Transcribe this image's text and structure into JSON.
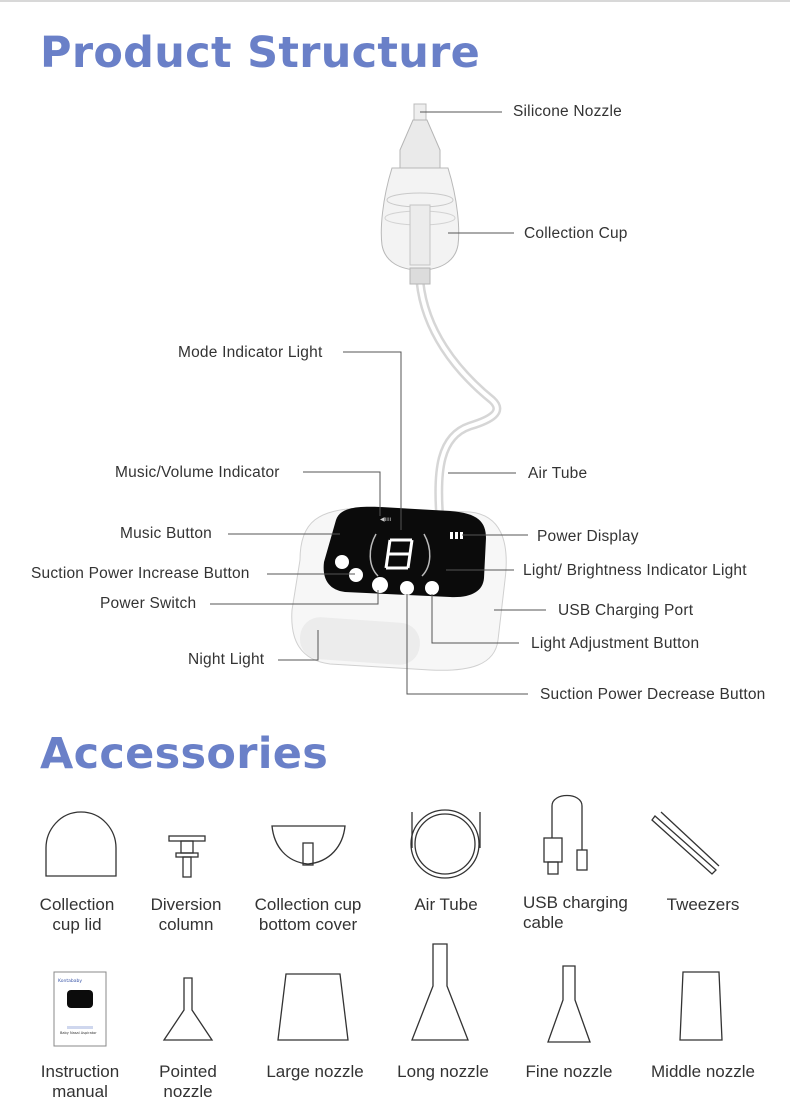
{
  "structure": {
    "title": "Product Structure",
    "labels": {
      "silicone_nozzle": "Silicone Nozzle",
      "collection_cup": "Collection Cup",
      "mode_indicator": "Mode Indicator Light",
      "music_volume": "Music/Volume Indicator",
      "air_tube": "Air Tube",
      "music_button": "Music Button",
      "power_display": "Power Display",
      "suction_increase": "Suction Power Increase Button",
      "light_indicator": "Light/ Brightness Indicator Light",
      "power_switch": "Power Switch",
      "usb_port": "USB Charging Port",
      "light_adjust": "Light Adjustment Button",
      "night_light": "Night Light",
      "suction_decrease": "Suction Power Decrease Button"
    }
  },
  "accessories": {
    "title": "Accessories",
    "row1": [
      {
        "line1": "Collection",
        "line2": "cup lid",
        "icon": "cup-lid-icon"
      },
      {
        "line1": "Diversion",
        "line2": "column",
        "icon": "diversion-column-icon"
      },
      {
        "line1": "Collection cup",
        "line2": "bottom cover",
        "icon": "bottom-cover-icon"
      },
      {
        "line1": "Air Tube",
        "line2": "",
        "icon": "air-tube-icon"
      },
      {
        "line1": "USB charging",
        "line2": "cable",
        "icon": "usb-cable-icon"
      },
      {
        "line1": "Tweezers",
        "line2": "",
        "icon": "tweezers-icon"
      }
    ],
    "row2": [
      {
        "line1": "Instruction",
        "line2": "manual",
        "icon": "manual-icon"
      },
      {
        "line1": "Pointed",
        "line2": "nozzle",
        "icon": "pointed-nozzle-icon"
      },
      {
        "line1": "Large nozzle",
        "line2": "",
        "icon": "large-nozzle-icon"
      },
      {
        "line1": "Long nozzle",
        "line2": "",
        "icon": "long-nozzle-icon"
      },
      {
        "line1": "Fine nozzle",
        "line2": "",
        "icon": "fine-nozzle-icon"
      },
      {
        "line1": "Middle nozzle",
        "line2": "",
        "icon": "middle-nozzle-icon"
      }
    ],
    "manual_cover": {
      "brand": "Kontababy",
      "title": "Baby Nasal Aspirator"
    }
  },
  "colors": {
    "heading": "#6a80c8",
    "device_panel": "#0b0b0b",
    "lines": "#555555"
  }
}
